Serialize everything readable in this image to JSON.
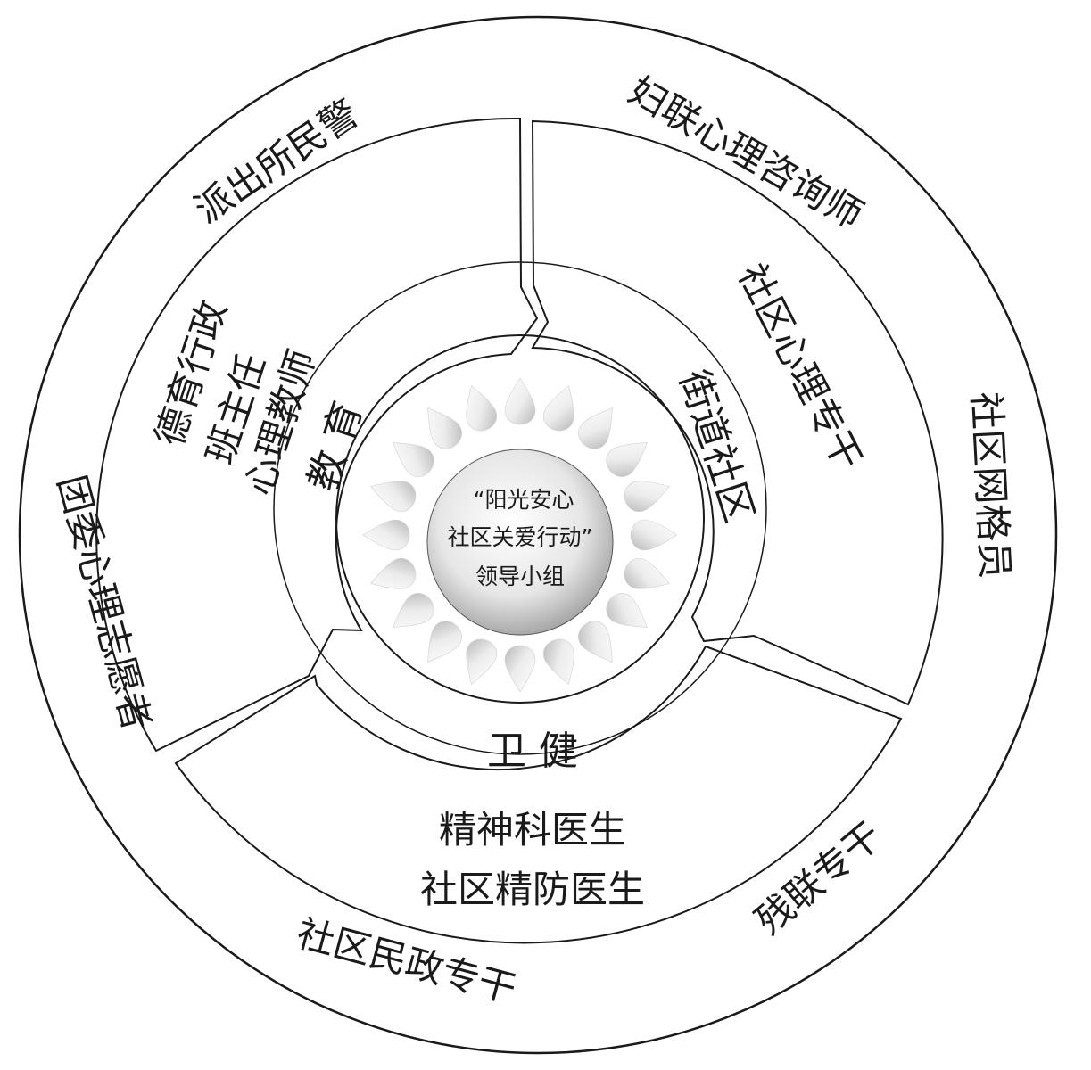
{
  "center": {
    "line1": "“阳光安心",
    "line2": "社区关爱行动”",
    "line3": "领导小组"
  },
  "segments": {
    "education": "教 育",
    "street": "街道社区",
    "health": "卫 健"
  },
  "middle": {
    "education_line1": "德育行政",
    "education_line2": "班主任",
    "education_line3": "心理教师",
    "street_line1": "社区心理专干",
    "health_line1": "精神科医生",
    "health_line2": "社区精防医生"
  },
  "outer": {
    "police": "派出所民警",
    "women_fed": "妇联心理咨询师",
    "grid": "社区网格员",
    "youth": "团委心理志愿者",
    "civil": "社区民政专干",
    "disabled": "残联专干"
  },
  "colors": {
    "line": "#1a1a1a",
    "core_light": "#ffffff",
    "core_dark": "#9a9a9a",
    "petal_light": "#ffffff",
    "petal_dark": "#b8b8b8"
  }
}
